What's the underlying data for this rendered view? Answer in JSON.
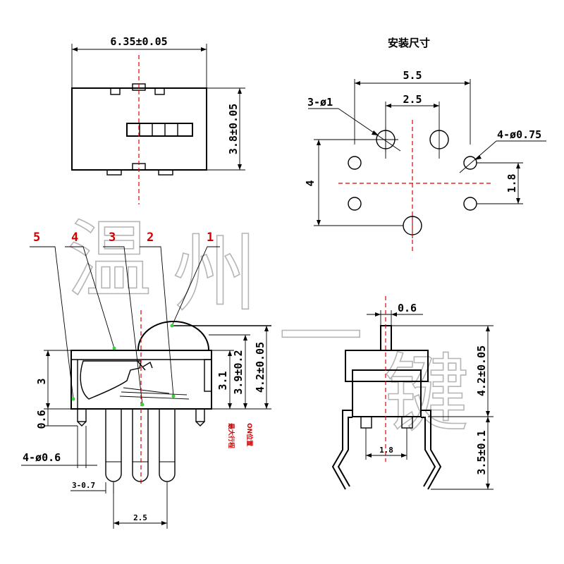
{
  "watermark": [
    "温",
    "州",
    "一",
    "键"
  ],
  "top_view": {
    "width_dim": "6.35±0.05",
    "height_dim": "3.8±0.05"
  },
  "mounting": {
    "title": "安装尺寸",
    "dim_55": "5.5",
    "dim_25": "2.5",
    "hole_3": "3-ø1",
    "hole_4": "4-ø0.75",
    "dim_4": "4",
    "dim_18": "1.8"
  },
  "side_view": {
    "callouts": [
      "5",
      "4",
      "3",
      "2",
      "1"
    ],
    "dim_3": "3",
    "dim_06": "0.6",
    "dim_31": "3.1",
    "dim_39": "3.9±0.2",
    "dim_42": "4.2±0.05",
    "pin_dia": "4-ø0.6",
    "pin_07": "3-0.7",
    "pitch": "2.5",
    "note_max": "最大行程",
    "note_on": "ON位置"
  },
  "front_view": {
    "dim_06": "0.6",
    "dim_42": "4.2±0.05",
    "dim_35": "3.5±0.1",
    "dim_18": "1.8"
  }
}
